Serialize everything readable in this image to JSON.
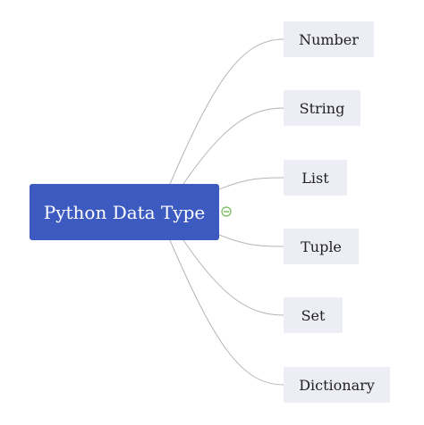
{
  "root": {
    "label": "Python Data Type",
    "color": "#3d5ac0"
  },
  "collapse_toggle": {
    "icon": "minus-circle-icon",
    "color": "#6fba55"
  },
  "children": [
    {
      "label": "Number"
    },
    {
      "label": "String"
    },
    {
      "label": "List"
    },
    {
      "label": "Tuple"
    },
    {
      "label": "Set"
    },
    {
      "label": "Dictionary"
    }
  ],
  "colors": {
    "node_fill": "#ecedf5",
    "connector": "#b5b5b5"
  }
}
